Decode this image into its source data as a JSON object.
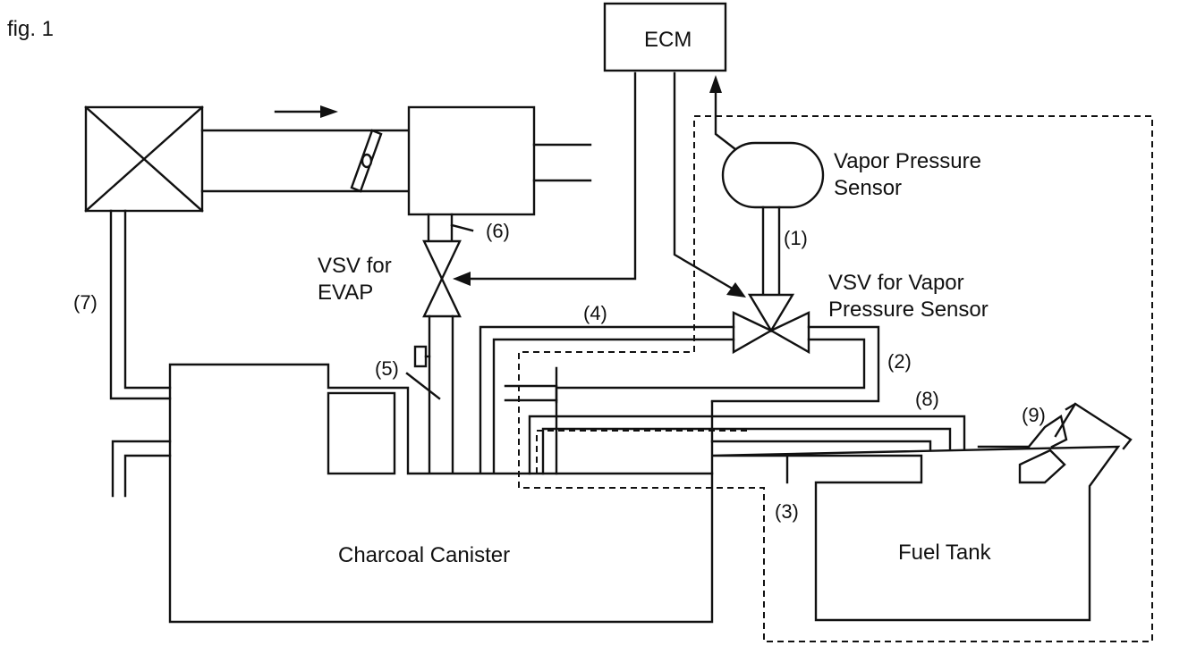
{
  "figure_label": "fig. 1",
  "components": {
    "ecm": "ECM",
    "vapor_pressure_sensor": "Vapor Pressure\nSensor",
    "vsv_evap": "VSV for\nEVAP",
    "vsv_vapor_pressure_sensor": "VSV for Vapor\nPressure Sensor",
    "charcoal_canister": "Charcoal Canister",
    "fuel_tank": "Fuel Tank"
  },
  "line_numbers": {
    "n1": "(1)",
    "n2": "(2)",
    "n3": "(3)",
    "n4": "(4)",
    "n5": "(5)",
    "n6": "(6)",
    "n7": "(7)",
    "n8": "(8)",
    "n9": "(9)"
  },
  "icons": {
    "air_cleaner": "x-box-icon",
    "throttle_valve": "butterfly-valve-icon",
    "flow_direction": "arrow-right-icon",
    "valve": "bowtie-valve-icon"
  }
}
